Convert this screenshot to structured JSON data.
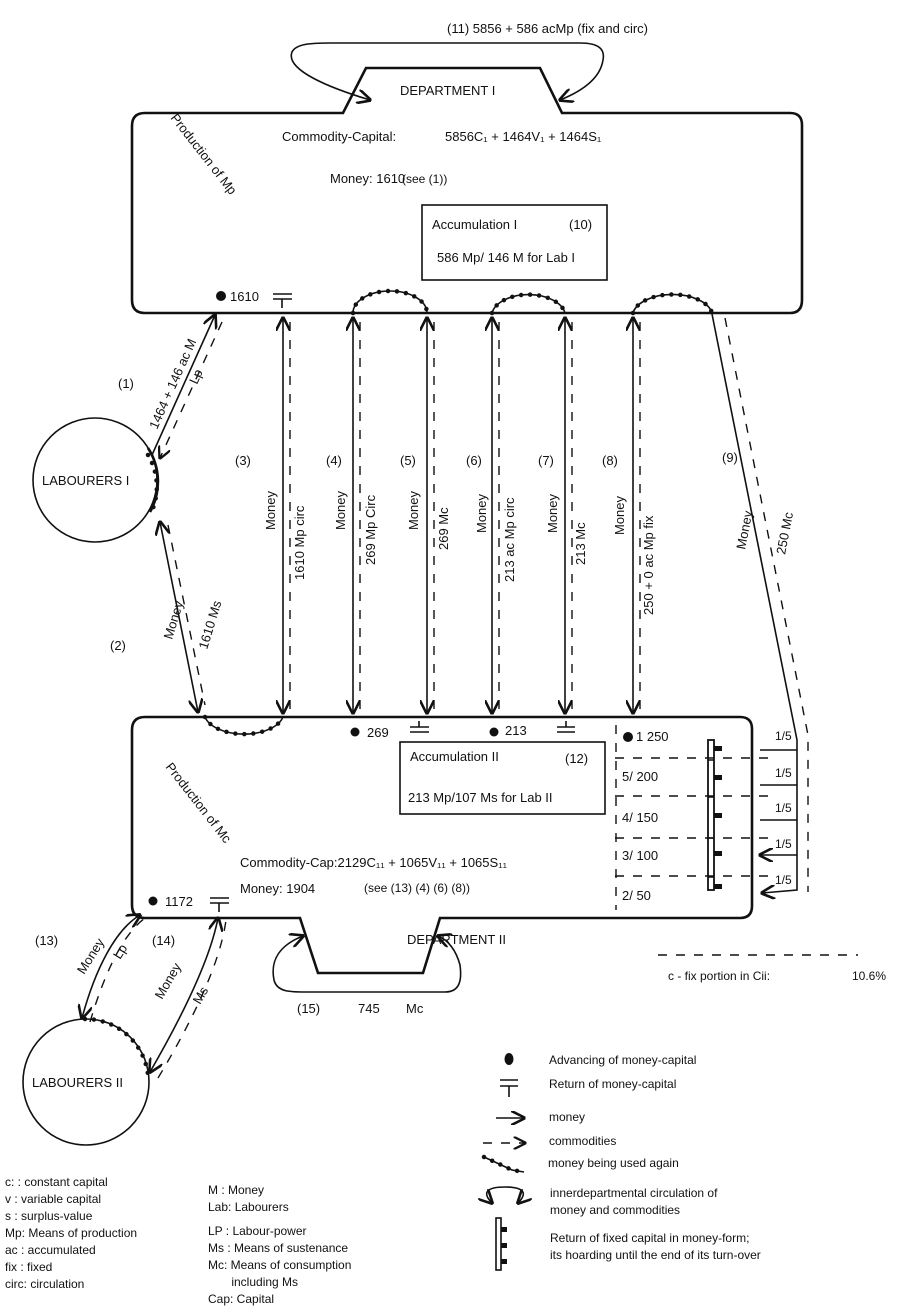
{
  "dept1": {
    "loop_label": "(11)    5856 + 586  acMp (fix and circ)",
    "title": "DEPARTMENT I",
    "side_label": "Production of Mp",
    "commodity_label": "Commodity-Capital:",
    "commodity_value": "5856C₁ + 1464V₁ + 1464S₁",
    "money_label": "Money:  1610",
    "money_note": "(see (1))",
    "accumulation_title": "Accumulation I",
    "accumulation_num": "(10)",
    "accumulation_text": "586 Mp/ 146 M for Lab I",
    "advance": "1610"
  },
  "dept2": {
    "title": "DEPARTMENT II",
    "side_label": "Production of Mc",
    "commodity": "Commodity-Cap:2129C₁₁ + 1065V₁₁ + 1065S₁₁",
    "money_label": "Money:  1904",
    "money_note": "(see (13) (4) (6) (8))",
    "accumulation_title": "Accumulation II",
    "accumulation_num": "(12)",
    "accumulation_text": "213 Mp/107 Ms for Lab II",
    "advance_1172": "1172",
    "advance_269": "269",
    "advance_213": "213",
    "loop_num": "(15)",
    "loop_value": "745",
    "loop_unit": "Mc",
    "fixed_rows": [
      "1 250",
      "5/ 200",
      "4/ 150",
      "3/ 100",
      "2/ 50"
    ],
    "fifth": "1/5",
    "cfix_label": "c - fix portion in Cii:",
    "cfix_value": "10.6%"
  },
  "labourers": {
    "one": "LABOURERS I",
    "two": "LABOURERS II"
  },
  "flows": {
    "f1": {
      "num": "(1)",
      "money": "1464 + 146 ac M",
      "goods": "Lp"
    },
    "f2": {
      "num": "(2)",
      "money": "Money",
      "goods": "1610 Ms"
    },
    "f3": {
      "num": "(3)",
      "money": "Money",
      "goods": "1610   Mp circ"
    },
    "f4": {
      "num": "(4)",
      "money": "Money",
      "goods": "269    Mp Circ"
    },
    "f5": {
      "num": "(5)",
      "money": "Money",
      "goods": "269  Mc"
    },
    "f6": {
      "num": "(6)",
      "money": "Money",
      "goods": "213  ac Mp circ"
    },
    "f7": {
      "num": "(7)",
      "money": "Money",
      "goods": "213   Mc"
    },
    "f8": {
      "num": "(8)",
      "money": "Money",
      "goods": "250 + 0   ac Mp fix"
    },
    "f9": {
      "num": "(9)",
      "money": "Money",
      "goods": "250   Mc"
    },
    "f13": {
      "num": "(13)",
      "money": "Money",
      "goods": "Lp"
    },
    "f14": {
      "num": "(14)",
      "money": "Money",
      "goods": "Ms"
    }
  },
  "legend": {
    "symbols": [
      {
        "icon": "advance-dot",
        "label": "Advancing of money-capital"
      },
      {
        "icon": "return-bar",
        "label": "Return of money-capital"
      },
      {
        "icon": "solid-arrow",
        "label": "money"
      },
      {
        "icon": "dashed-arrow",
        "label": "commodities"
      },
      {
        "icon": "dotted-line",
        "label": "money being used again"
      },
      {
        "icon": "loop-arrows",
        "label": "innerdepartmental circulation of",
        "label2": "money and commodities"
      },
      {
        "icon": "hoard-bar",
        "label": "Return of fixed capital in money-form;",
        "label2": "its hoarding until the end of its turn-over"
      }
    ],
    "abbrev_left": [
      "c:  : constant capital",
      "v   : variable capital",
      "s   : surplus-value",
      "Mp: Means of production",
      "ac : accumulated",
      "fix : fixed",
      "circ: circulation"
    ],
    "abbrev_right": [
      "M  : Money",
      "Lab: Labourers",
      "LP : Labour-power",
      "Ms : Means of sustenance",
      "Mc: Means of consumption",
      "       including Ms",
      "Cap: Capital"
    ]
  }
}
